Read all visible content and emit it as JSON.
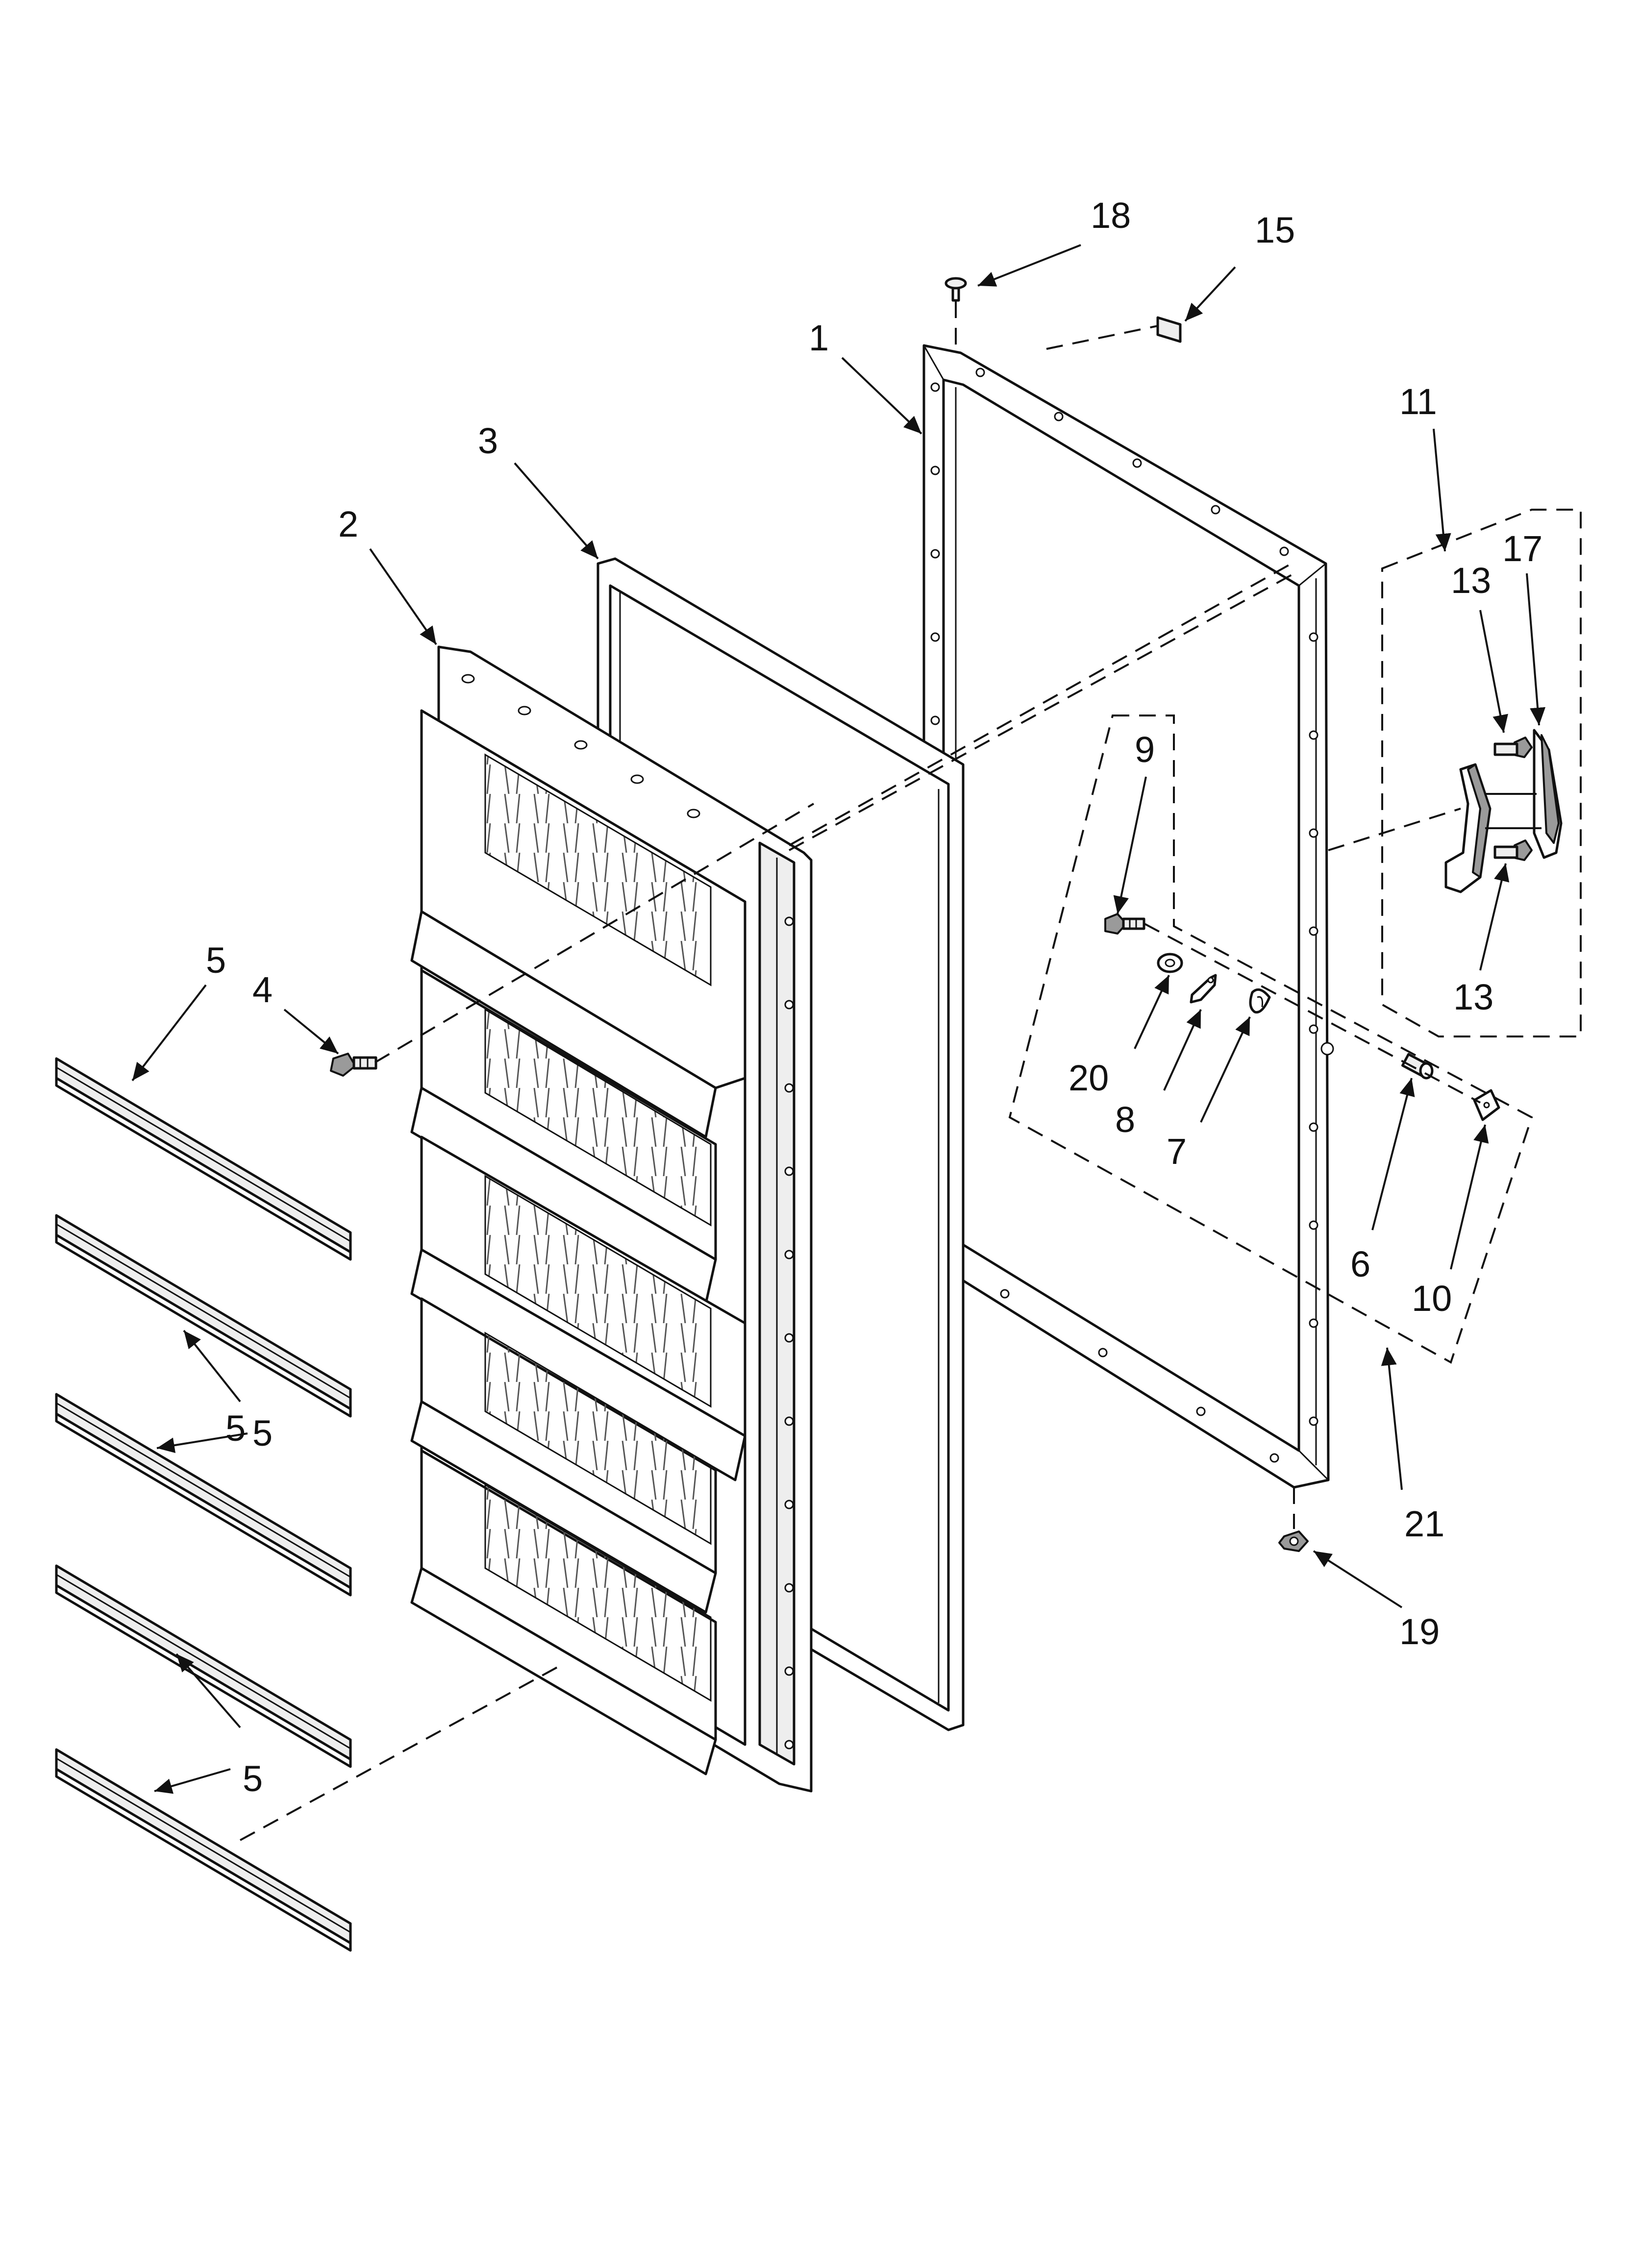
{
  "diagram": {
    "callouts": [
      {
        "id": "c1",
        "text": "1"
      },
      {
        "id": "c2",
        "text": "2"
      },
      {
        "id": "c3",
        "text": "3"
      },
      {
        "id": "c4",
        "text": "4"
      },
      {
        "id": "c5a",
        "text": "5"
      },
      {
        "id": "c5b",
        "text": "5"
      },
      {
        "id": "c5c",
        "text": "5"
      },
      {
        "id": "c5d",
        "text": "5"
      },
      {
        "id": "c6",
        "text": "6"
      },
      {
        "id": "c7",
        "text": "7"
      },
      {
        "id": "c8",
        "text": "8"
      },
      {
        "id": "c9",
        "text": "9"
      },
      {
        "id": "c10",
        "text": "10"
      },
      {
        "id": "c11",
        "text": "11"
      },
      {
        "id": "c13a",
        "text": "13"
      },
      {
        "id": "c13b",
        "text": "13"
      },
      {
        "id": "c15",
        "text": "15"
      },
      {
        "id": "c17",
        "text": "17"
      },
      {
        "id": "c18",
        "text": "18"
      },
      {
        "id": "c19",
        "text": "19"
      },
      {
        "id": "c20",
        "text": "20"
      },
      {
        "id": "c21",
        "text": "21"
      }
    ]
  }
}
